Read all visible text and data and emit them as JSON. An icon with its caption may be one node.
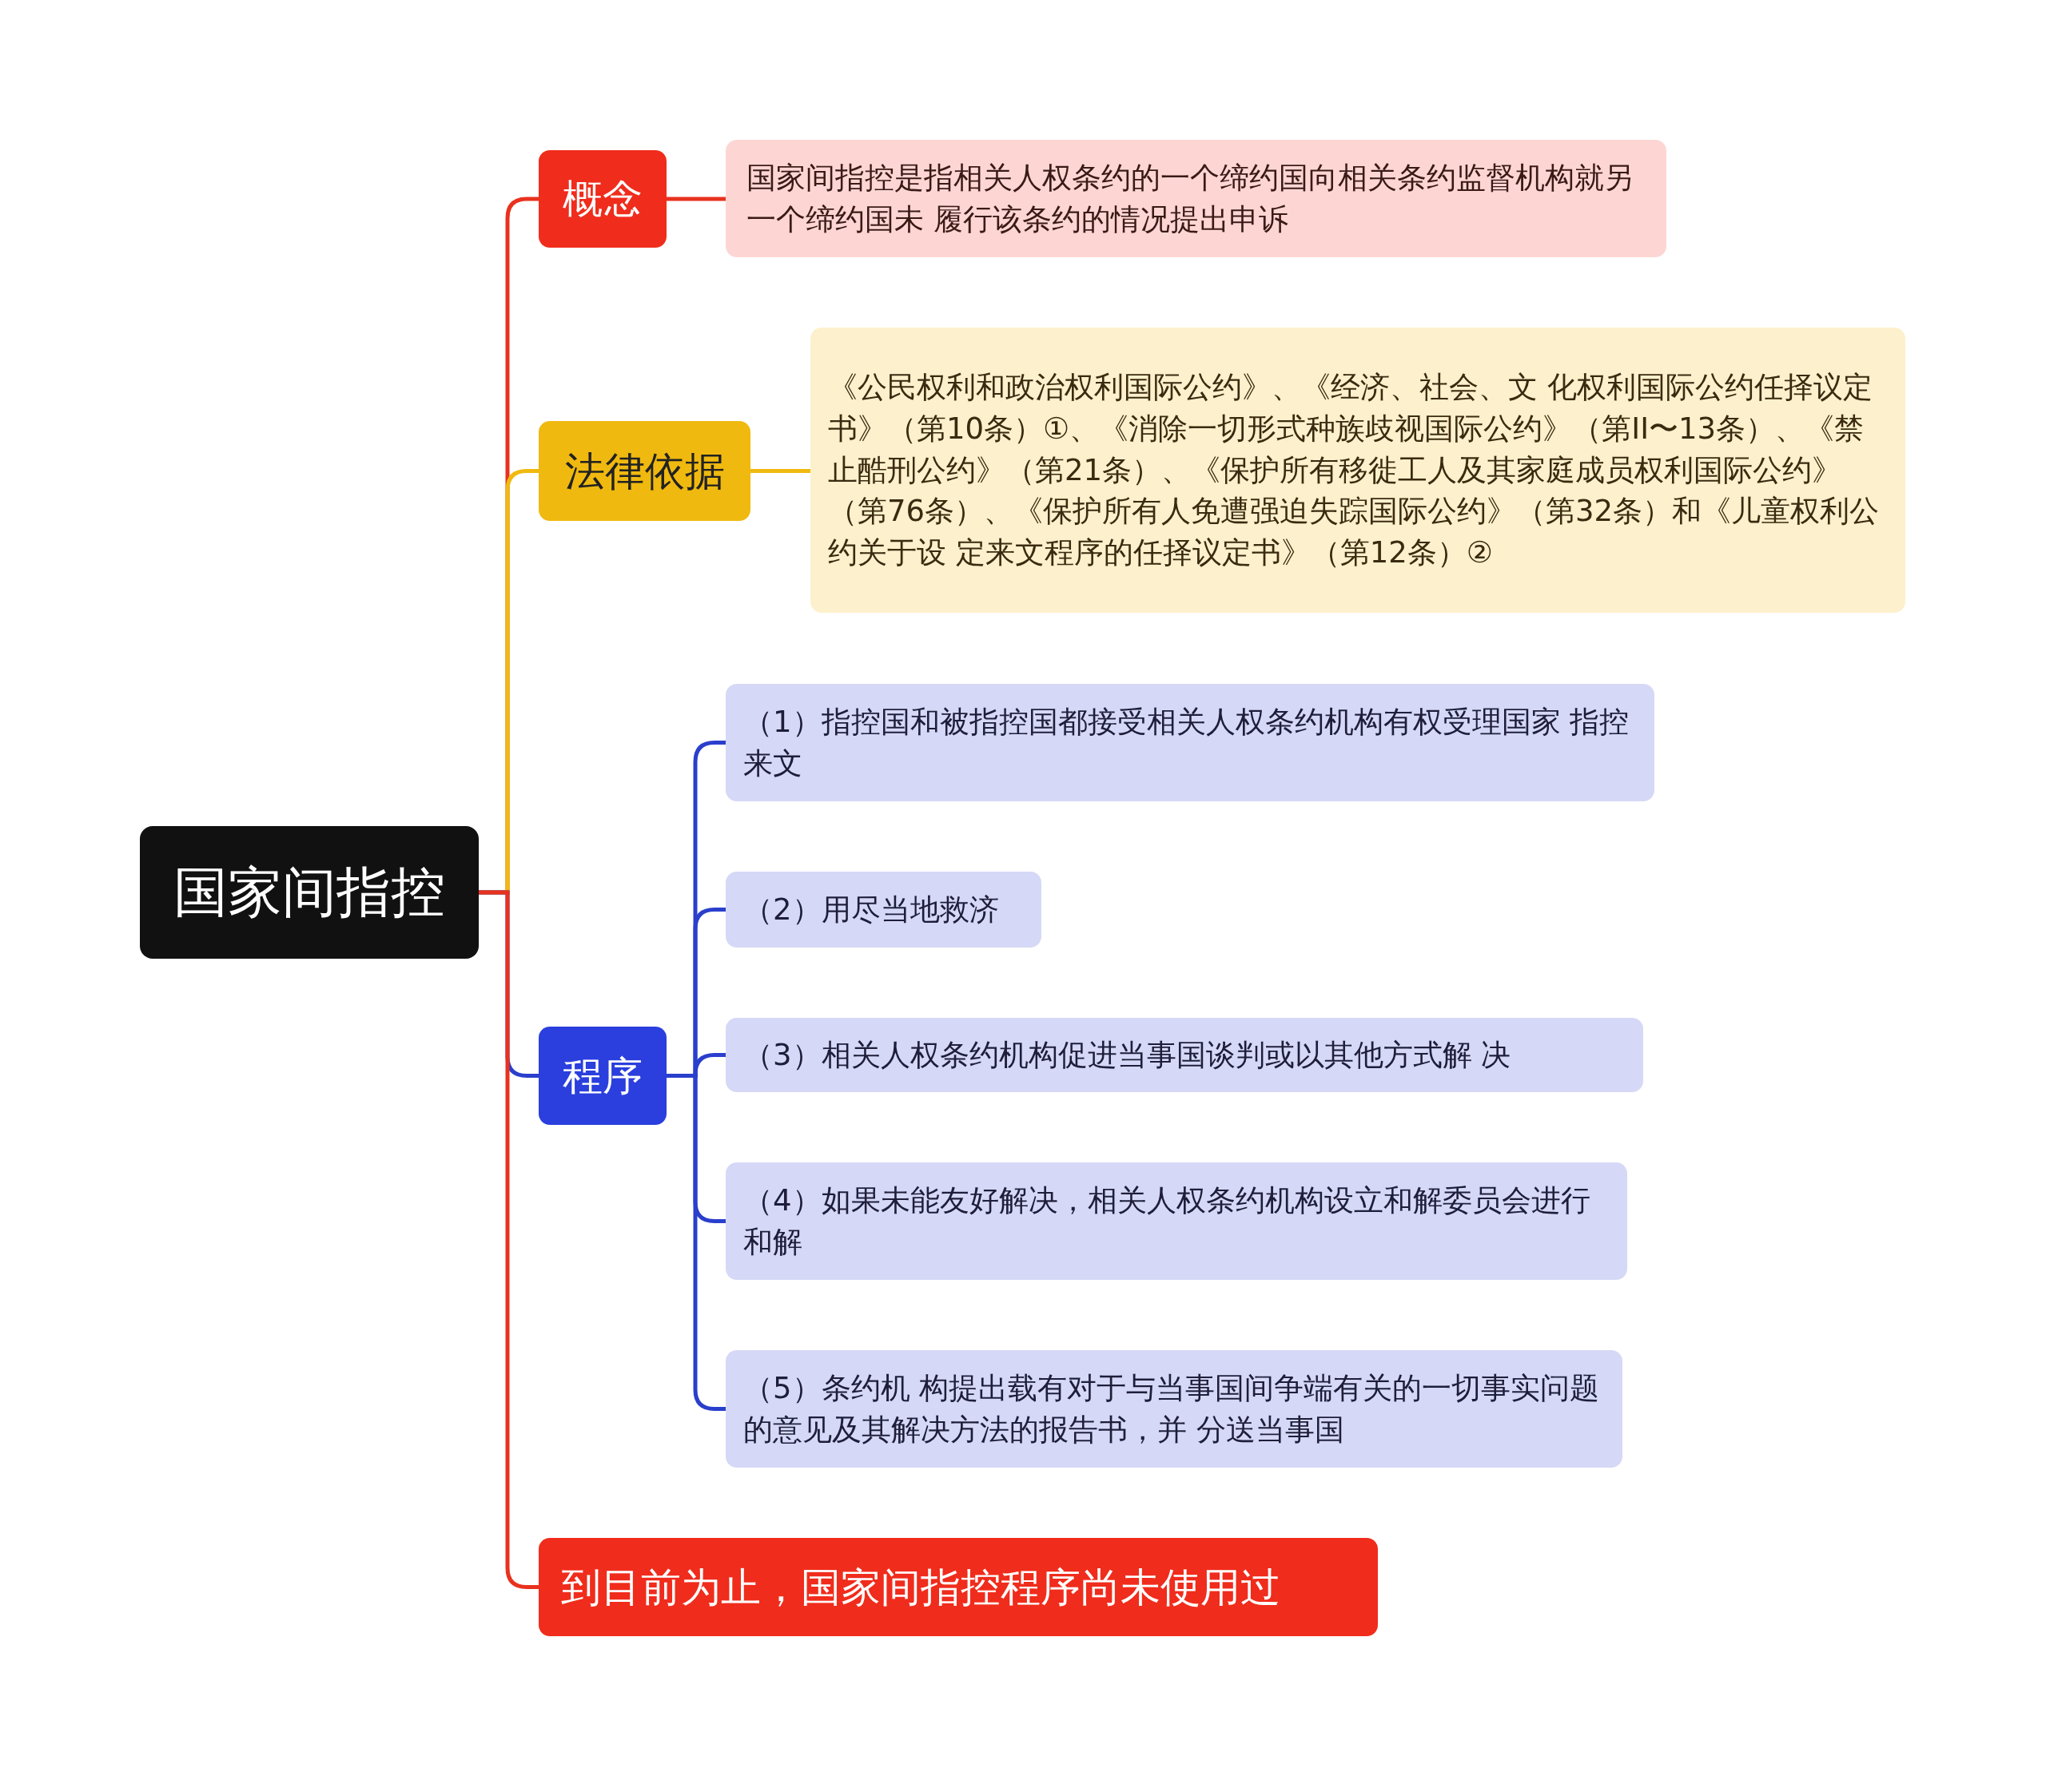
{
  "diagram": {
    "nodes": [
      {
        "text": [
          "国家间指控"
        ]
      },
      {
        "text": [
          "概念"
        ]
      },
      {
        "text": [
          "国家间指控是指相关人权条约的一个缔约国向相关条约监督机构就另一个缔约国未 履行该条约的情况提出申诉"
        ]
      },
      {
        "text": [
          "法律依据"
        ]
      },
      {
        "text": [
          "《公民权利和政治权利国际公约》、《经济、社会、文 化权利国际公约任择议定书》（第10条）①、《消除一切形式种族歧视国际公约》（第II〜13条）、《禁止酷刑公约》（第21条）、《保护所有移徙工人及其家庭成员权利国际公约》（第76条）、《保护所有人免遭强迫失踪国际公约》（第32条）和《儿童权利公约关于设 定来文程序的任择议定书》（第12条）②"
        ]
      },
      {
        "text": [
          "程序"
        ]
      },
      {
        "text": [
          "（1）指控国和被指控国都接受相关人权条约机构有权受理国家 指控来文"
        ]
      },
      {
        "text": [
          "（2）用尽当地救济"
        ]
      },
      {
        "text": [
          "（3）相关人权条约机构促进当事国谈判或以其他方式解 决"
        ]
      },
      {
        "text": [
          "（4）如果未能友好解决，相关人权条约机构设立和解委员会进行和解"
        ]
      },
      {
        "text": [
          "（5）条约机 构提出载有对于与当事国间争端有关的一切事实问题的意见及其解决方法的报告书，并 分送当事国"
        ]
      },
      {
        "text": [
          "到目前为止，国家间指控程序尚未使用过"
        ]
      }
    ],
    "edges": [
      {
        "from": 0,
        "to": 1,
        "arrow": "none",
        "color": "#e8321e"
      },
      {
        "from": 1,
        "to": 2,
        "arrow": "none",
        "color": "#e8321e"
      },
      {
        "from": 0,
        "to": 3,
        "arrow": "none",
        "color": "#f0b90f"
      },
      {
        "from": 3,
        "to": 4,
        "arrow": "none",
        "color": "#f0b90f"
      },
      {
        "from": 0,
        "to": 5,
        "arrow": "none",
        "color": "#2a3fcc"
      },
      {
        "from": 5,
        "to": 6,
        "arrow": "none",
        "color": "#2a3fcc"
      },
      {
        "from": 5,
        "to": 7,
        "arrow": "none",
        "color": "#2a3fcc"
      },
      {
        "from": 5,
        "to": 8,
        "arrow": "none",
        "color": "#2a3fcc"
      },
      {
        "from": 5,
        "to": 9,
        "arrow": "none",
        "color": "#2a3fcc"
      },
      {
        "from": 5,
        "to": 10,
        "arrow": "none",
        "color": "#2a3fcc"
      },
      {
        "from": 0,
        "to": 11,
        "arrow": "none",
        "color": "#e8321e"
      }
    ]
  }
}
